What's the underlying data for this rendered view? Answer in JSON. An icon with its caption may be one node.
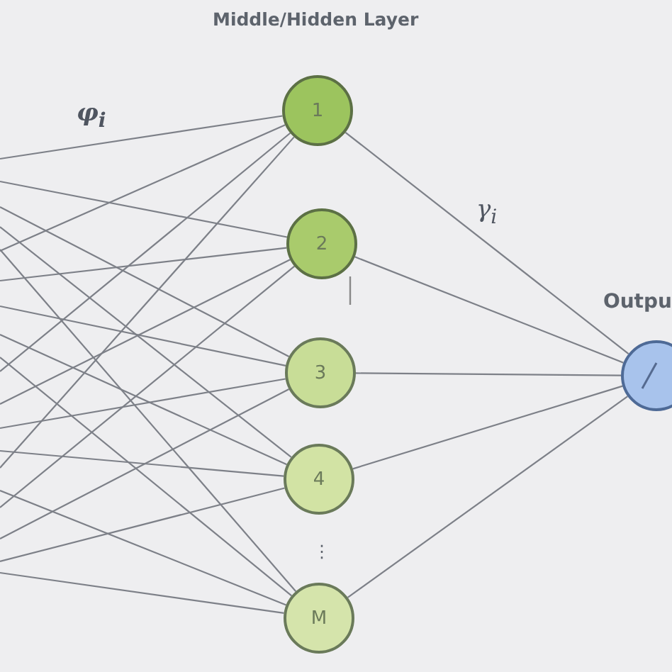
{
  "diagram": {
    "nodes": [
      {
        "text": [
          "1"
        ]
      },
      {
        "text": [
          "2"
        ]
      },
      {
        "text": [
          "3"
        ]
      },
      {
        "text": [
          "4"
        ]
      },
      {
        "text": [
          "M"
        ]
      },
      {
        "text": [
          "Outpu"
        ]
      }
    ],
    "edges": [
      {
        "from": null,
        "to": 0,
        "arrow": "none",
        "label": "φ$_{i}$"
      },
      {
        "from": null,
        "to": 0,
        "arrow": "none"
      },
      {
        "from": null,
        "to": 0,
        "arrow": "none"
      },
      {
        "from": null,
        "to": 0,
        "arrow": "none"
      },
      {
        "from": null,
        "to": 1,
        "arrow": "none"
      },
      {
        "from": null,
        "to": 1,
        "arrow": "none"
      },
      {
        "from": null,
        "to": 1,
        "arrow": "none"
      },
      {
        "from": null,
        "to": 1,
        "arrow": "none"
      },
      {
        "from": null,
        "to": 2,
        "arrow": "none"
      },
      {
        "from": null,
        "to": 2,
        "arrow": "none"
      },
      {
        "from": null,
        "to": 2,
        "arrow": "none"
      },
      {
        "from": null,
        "to": 2,
        "arrow": "none"
      },
      {
        "from": null,
        "to": 3,
        "arrow": "none"
      },
      {
        "from": null,
        "to": 3,
        "arrow": "none"
      },
      {
        "from": null,
        "to": 3,
        "arrow": "none"
      },
      {
        "from": null,
        "to": 3,
        "arrow": "none"
      },
      {
        "from": null,
        "to": 4,
        "arrow": "none"
      },
      {
        "from": null,
        "to": 4,
        "arrow": "none"
      },
      {
        "from": null,
        "to": 4,
        "arrow": "none"
      },
      {
        "from": null,
        "to": 4,
        "arrow": "none"
      },
      {
        "from": 0,
        "to": 5,
        "arrow": "none",
        "label": "γ$_{i}$"
      },
      {
        "from": 1,
        "to": 5,
        "arrow": "none"
      },
      {
        "from": 2,
        "to": 5,
        "arrow": "none"
      },
      {
        "from": 3,
        "to": 5,
        "arrow": "none"
      },
      {
        "from": 4,
        "to": 5,
        "arrow": "none"
      }
    ],
    "labels": [
      "Middle/Hidden Layer",
      "⋮"
    ]
  }
}
